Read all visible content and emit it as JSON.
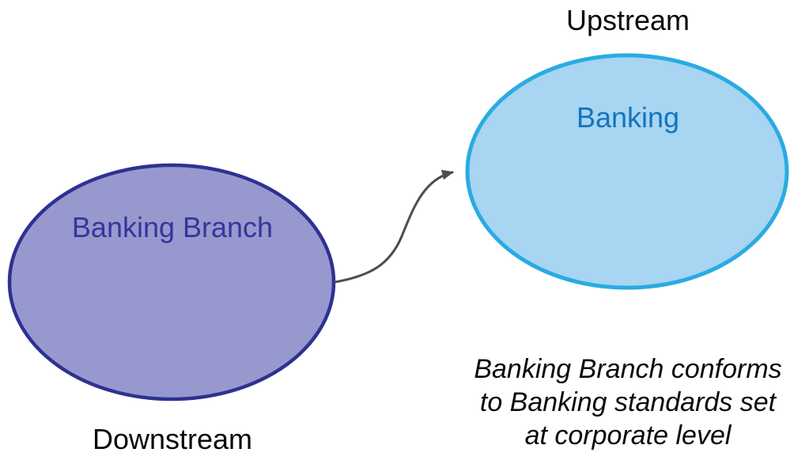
{
  "colors": {
    "background": "#ffffff",
    "purple_fill": "#9799ce",
    "purple_border": "#2e3192",
    "purple_text": "#35359b",
    "blue_fill": "#a7d5f2",
    "blue_border": "#29abe2",
    "blue_text": "#1374bc",
    "arrow": "#4d4d4d",
    "label_text": "#0a0a0a"
  },
  "diagram": {
    "upstream_zone_label": "Upstream",
    "downstream_zone_label": "Downstream",
    "downstream_node": {
      "label": "Banking Branch"
    },
    "upstream_node": {
      "label": "Banking"
    },
    "caption": {
      "lines": [
        "Banking Branch conforms",
        "to Banking standards set",
        "at corporate level"
      ]
    }
  }
}
